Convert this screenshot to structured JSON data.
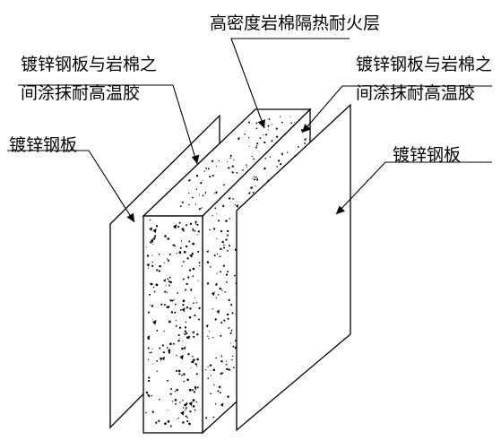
{
  "labels": {
    "core": "高密度岩棉隔热耐火层",
    "adhesive_left_line1": "镀锌钢板与岩棉之",
    "adhesive_left_line2": "间涂抹耐高温胶",
    "adhesive_right_line1": "镀锌钢板与岩棉之",
    "adhesive_right_line2": "间涂抹耐高温胶",
    "steel_left": "镀锌钢板",
    "steel_right": "镀锌钢板"
  },
  "colors": {
    "line": "#000000",
    "background": "#ffffff",
    "speckle": "#000000"
  }
}
